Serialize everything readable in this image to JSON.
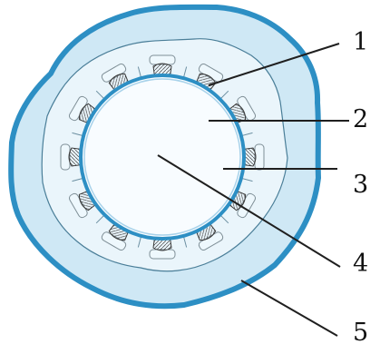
{
  "diagram": {
    "labels": [
      {
        "id": "label-1",
        "text": "1"
      },
      {
        "id": "label-2",
        "text": "2"
      },
      {
        "id": "label-3",
        "text": "3"
      },
      {
        "id": "label-4",
        "text": "4"
      },
      {
        "id": "label-5",
        "text": "5"
      }
    ],
    "colors": {
      "outline_blue": "#2d8fc4",
      "fill_blue": "#cfe8f5",
      "pale_blue": "#eaf5fb",
      "inner_fill": "#f8fcff",
      "line": "#1f1f1f"
    }
  }
}
